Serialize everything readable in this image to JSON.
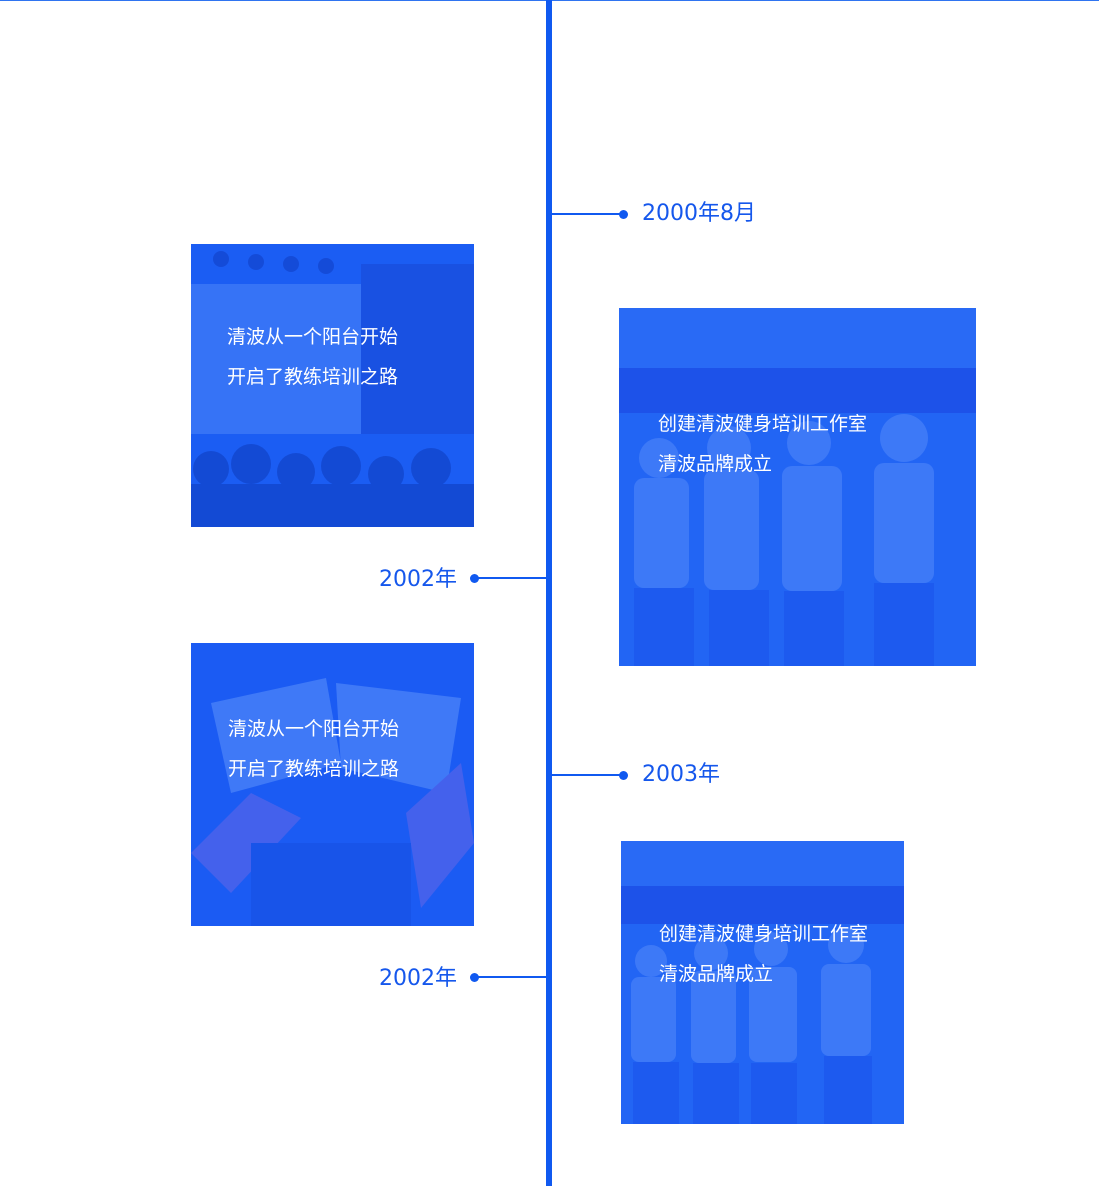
{
  "colors": {
    "accent": "#1059f0",
    "date_text": "#1557ec",
    "card_tint": "#1a5df3",
    "caption_text": "#ffffff"
  },
  "timeline": {
    "events": [
      {
        "date": "2000年8月",
        "caption_line1": "创建清波健身培训工作室",
        "caption_line2": "清波品牌成立"
      },
      {
        "date": "2002年",
        "caption_line1": "清波从一个阳台开始",
        "caption_line2": "开启了教练培训之路"
      },
      {
        "date": "2003年",
        "caption_line1": "创建清波健身培训工作室",
        "caption_line2": "清波品牌成立"
      },
      {
        "date": "2002年",
        "caption_line1": "清波从一个阳台开始",
        "caption_line2": "开启了教练培训之路"
      }
    ]
  }
}
